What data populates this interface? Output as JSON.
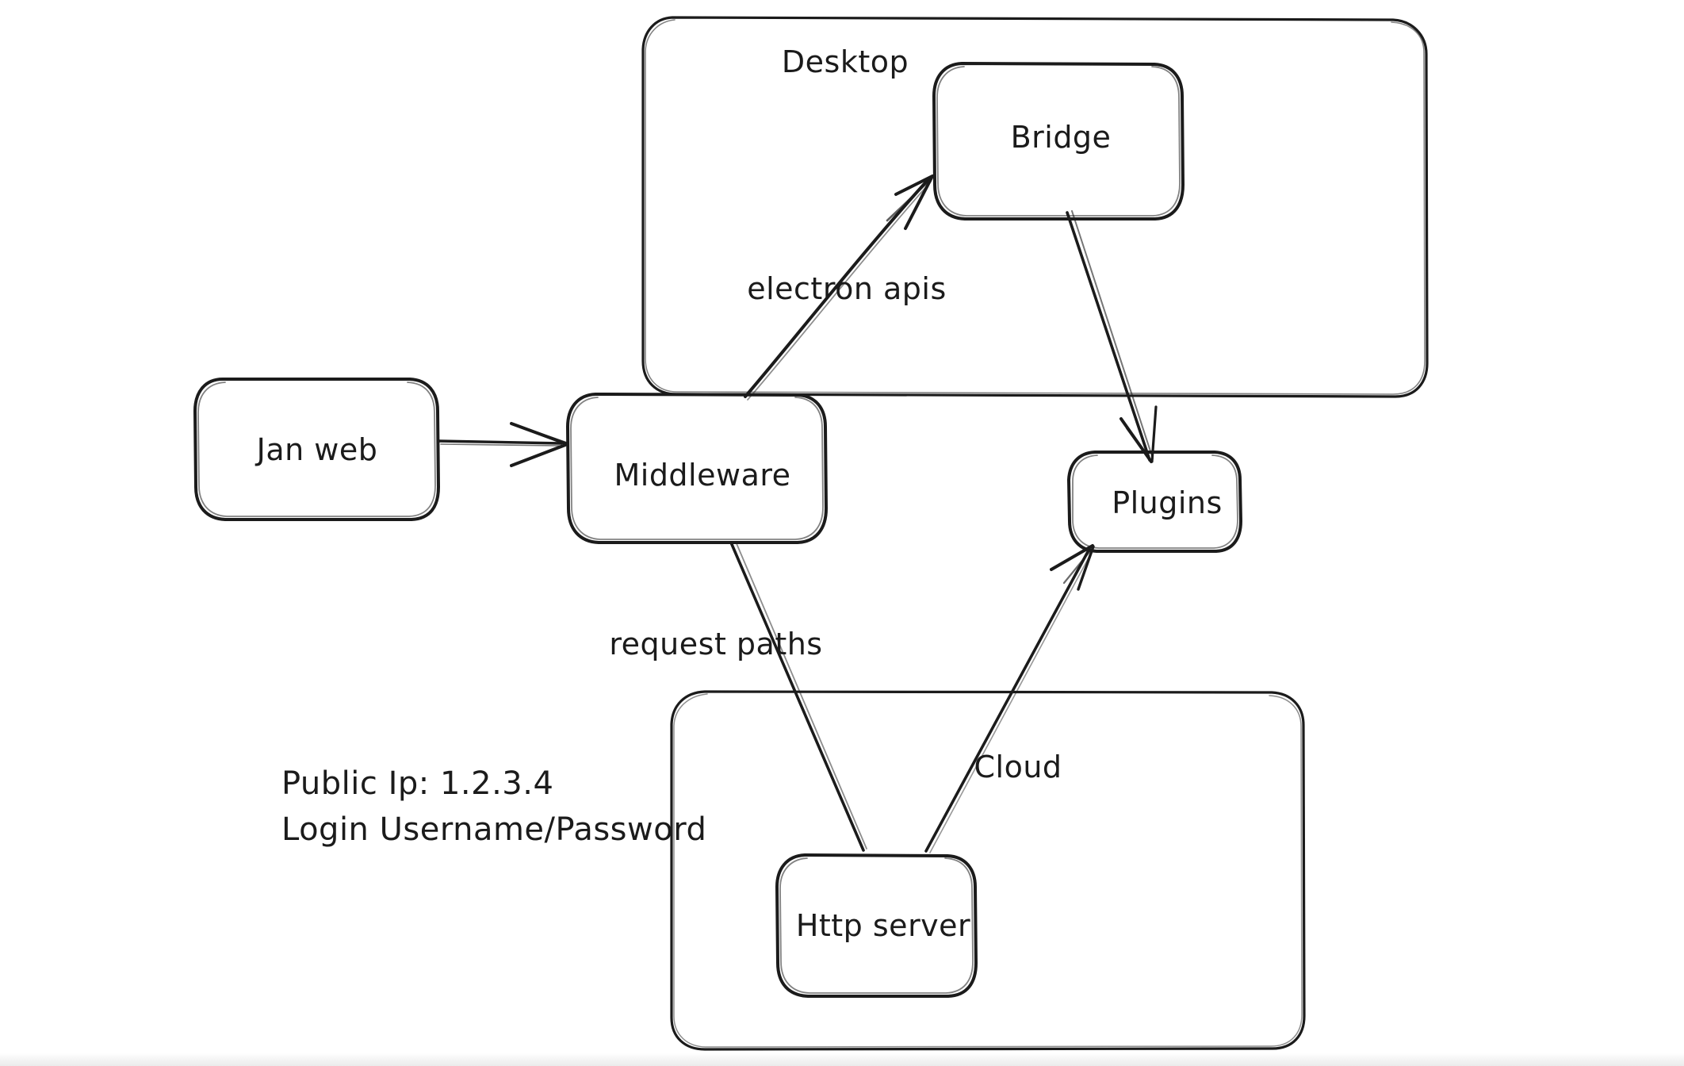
{
  "diagram": {
    "background_color": "#ffffff",
    "stroke_color": "#1b1b1b",
    "groups": [
      {
        "id": "desktop",
        "label": "Desktop"
      },
      {
        "id": "cloud_group",
        "label": ""
      }
    ],
    "nodes": [
      {
        "id": "jan_web",
        "label": "Jan web"
      },
      {
        "id": "middleware",
        "label": "Middleware"
      },
      {
        "id": "bridge",
        "label": "Bridge"
      },
      {
        "id": "plugins",
        "label": "Plugins"
      },
      {
        "id": "http_server",
        "label": "Http server"
      }
    ],
    "edges": [
      {
        "id": "jan_to_middleware",
        "from": "jan_web",
        "to": "middleware",
        "label": ""
      },
      {
        "id": "middleware_to_bridge",
        "from": "middleware",
        "to": "bridge",
        "label": "electron apis"
      },
      {
        "id": "bridge_to_plugins",
        "from": "bridge",
        "to": "plugins",
        "label": ""
      },
      {
        "id": "middleware_to_http",
        "from": "middleware",
        "to": "http_server",
        "label": "request paths"
      },
      {
        "id": "http_to_plugins",
        "from": "http_server",
        "to": "plugins",
        "label": "Cloud"
      }
    ],
    "notes": {
      "public_ip": "Public Ip: 1.2.3.4",
      "login": "Login Username/Password"
    }
  }
}
